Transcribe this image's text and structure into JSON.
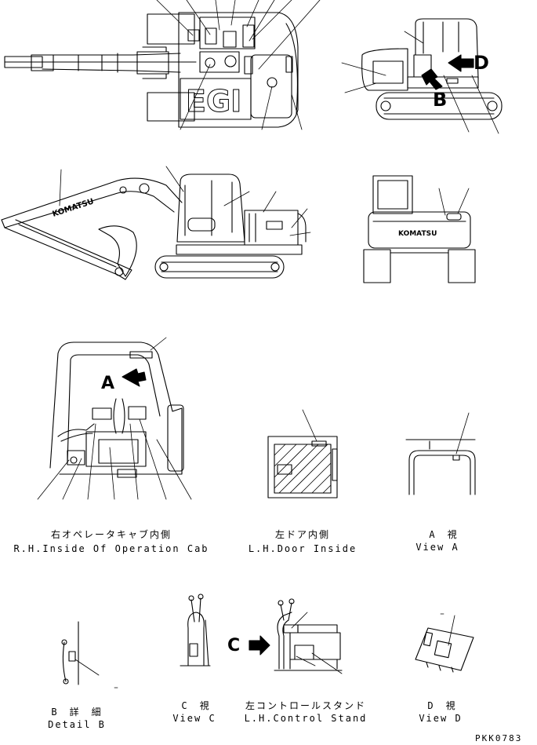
{
  "views": {
    "rh_cab": {
      "title_jp": "右オペレータキャブ内側",
      "title_en": "R.H.Inside Of Operation Cab"
    },
    "lh_door": {
      "title_jp": "左ドア内側",
      "title_en": "L.H.Door Inside"
    },
    "view_a": {
      "title_jp": "A　視",
      "title_en": "View A"
    },
    "detail_b": {
      "title_jp": "B　詳　細",
      "title_en": "Detail B"
    },
    "view_c": {
      "title_jp": "C　視",
      "title_en": "View C"
    },
    "lh_stand": {
      "title_jp": "左コントロールスタンド",
      "title_en": "L.H.Control Stand"
    },
    "view_d": {
      "title_jp": "D　視",
      "title_en": "View D"
    }
  },
  "markers": {
    "a": "A",
    "b": "B",
    "c": "C",
    "d": "D"
  },
  "brand": "KOMATSU",
  "drawing_code": "PKK0783"
}
